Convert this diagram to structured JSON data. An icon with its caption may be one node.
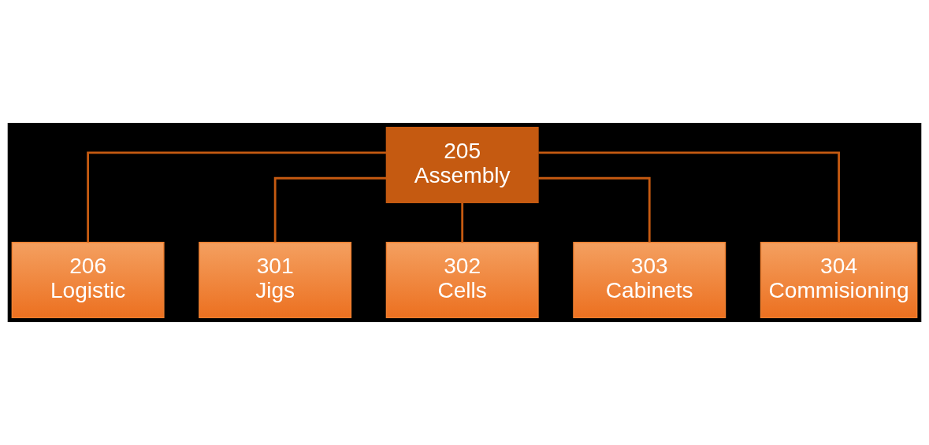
{
  "diagram": {
    "nodes": [
      {
        "text": [
          "205",
          "Assembly"
        ]
      },
      {
        "text": [
          "206",
          "Logistic"
        ]
      },
      {
        "text": [
          "301",
          "Jigs"
        ]
      },
      {
        "text": [
          "302",
          "Cells"
        ]
      },
      {
        "text": [
          "303",
          "Cabinets"
        ]
      },
      {
        "text": [
          "304",
          "Commisioning"
        ]
      }
    ],
    "edges": [
      {
        "from": 0,
        "to": 1,
        "arrow": "none"
      },
      {
        "from": 0,
        "to": 2,
        "arrow": "none"
      },
      {
        "from": 0,
        "to": 3,
        "arrow": "none"
      },
      {
        "from": 0,
        "to": 4,
        "arrow": "none"
      },
      {
        "from": 0,
        "to": 5,
        "arrow": "none"
      }
    ]
  }
}
